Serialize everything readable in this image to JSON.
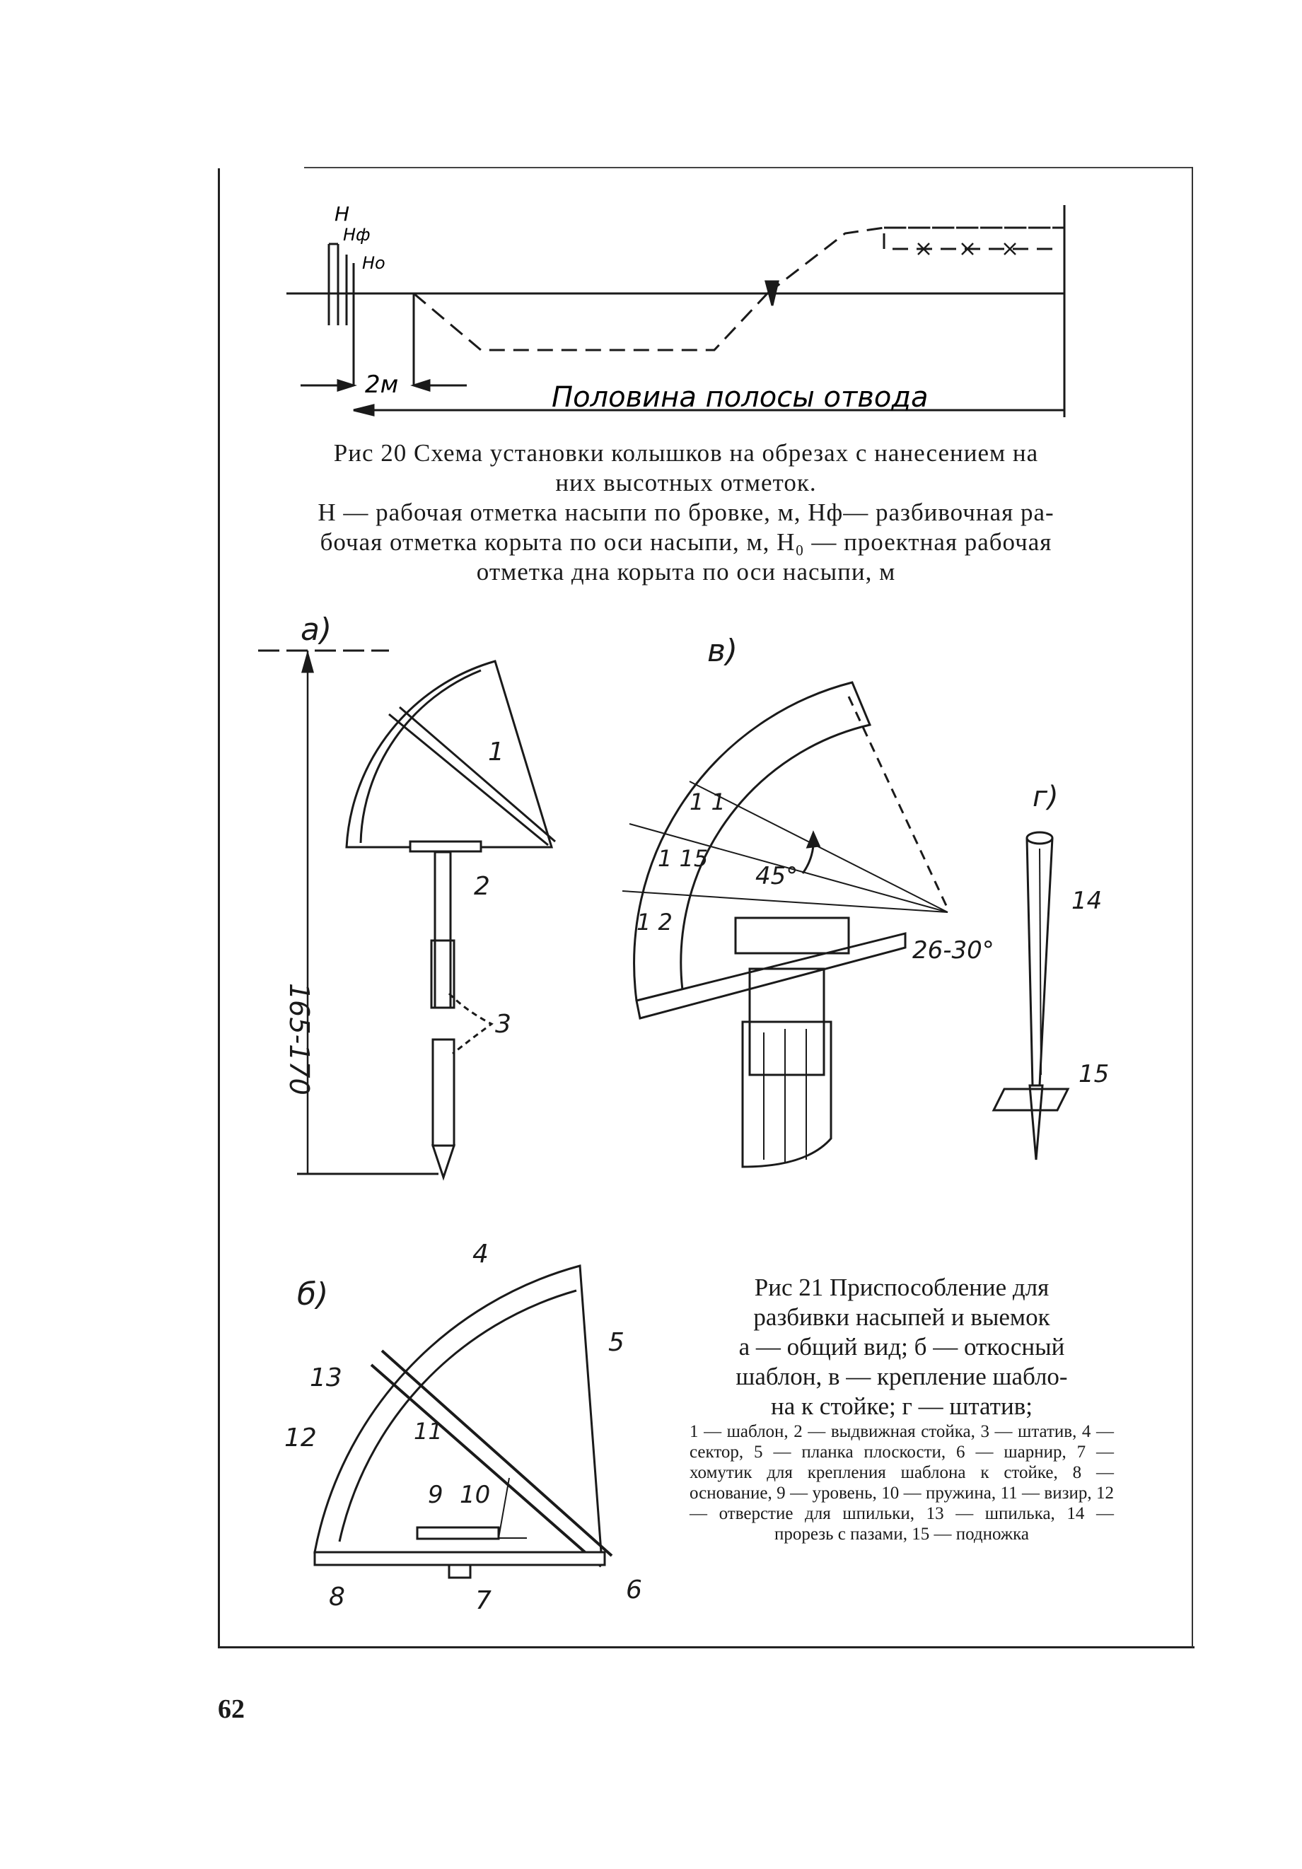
{
  "page_number": "62",
  "fig20": {
    "labels": {
      "h": "H",
      "hf": "Hф",
      "h0": "Ho",
      "dist": "2м",
      "half": "Половина полосы отвода"
    },
    "caption_line1": "Рис 20 Схема установки колышков на обрезах с нанесением на",
    "caption_line2": "них высотных отметок.",
    "caption_line3": "H — рабочая отметка насыпи по бровке, м, Hф— разбивочная ра-",
    "caption_line4": "бочая отметка корыта по оси насыпи, м, H₀ — проектная рабочая",
    "caption_line5": "отметка дна корыта по оси насыпи, м"
  },
  "fig21": {
    "sub_a": "а)",
    "sub_b": "б)",
    "sub_v": "в)",
    "sub_g": "г)",
    "height": "165-170",
    "angle45": "45°",
    "angle2630": "26-30°",
    "nums": {
      "n1": "1",
      "n2": "2",
      "n3": "3",
      "n4": "4",
      "n5": "5",
      "n6": "6",
      "n7": "7",
      "n8": "8",
      "n9": "9",
      "n10": "10",
      "n11": "11",
      "n12": "12",
      "n13": "13",
      "n14": "14",
      "n15": "15",
      "v11": "1 1",
      "v115": "1 15",
      "v12": "1 2"
    },
    "caption_line1": "Рис 21 Приспособление для",
    "caption_line2": "разбивки насыпей и выемок",
    "caption_line3": "а — общий вид; б — откосный",
    "caption_line4": "шаблон, в — крепление шабло-",
    "caption_line5": "на к стойке; г — штатив;",
    "legend": "1 — шаблон, 2 — выдвижная стойка, 3 — штатив, 4 — сектор, 5 — планка плоскости, 6 — шарнир, 7 — хомутик для крепления шаблона к стойке, 8 — основание, 9 — уровень, 10 — пружина, 11 — визир, 12 — отверстие для шпильки, 13 — шпилька, 14 — прорезь с пазами, 15 — подножка"
  }
}
